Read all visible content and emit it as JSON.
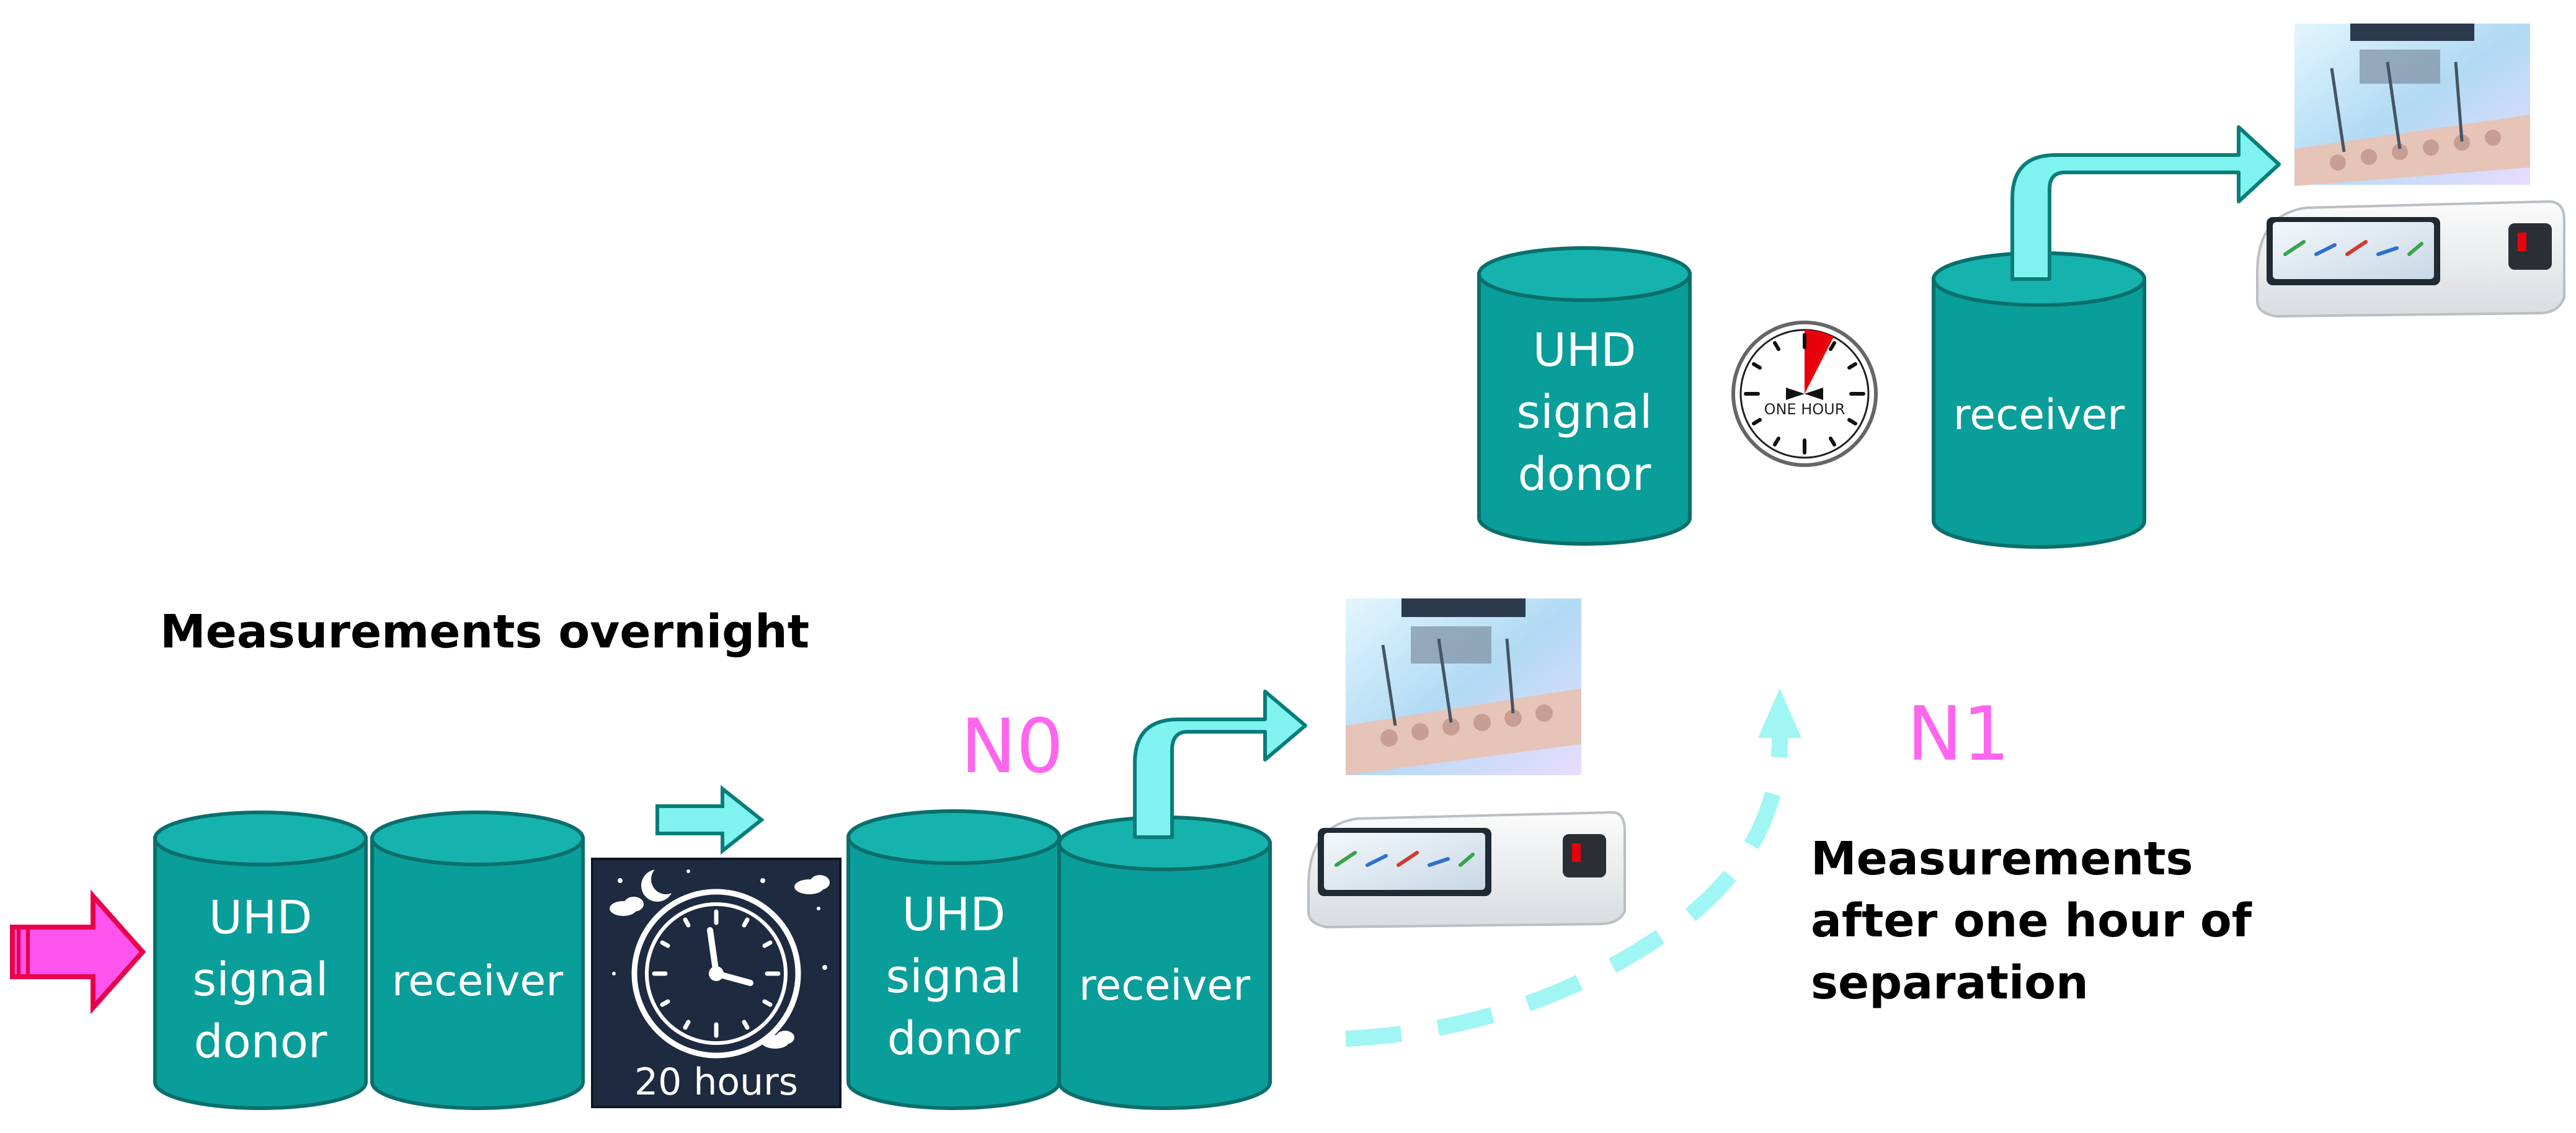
{
  "colors": {
    "cylinder_fill": "#0a9e9a",
    "cylinder_top": "#16b3ae",
    "cylinder_stroke": "#0a6f6c",
    "arrow_cyan": "#7ff3ef",
    "arrow_cyan_stroke": "#0a7d79",
    "input_arrow": "#ff55ee",
    "input_arrow_stroke": "#e8004a",
    "dashed_arrow": "#9ff6f3",
    "label_pink": "#ff66ee",
    "night_bg": "#1d2a3f",
    "clock_hand_red": "#e8000a"
  },
  "headings": {
    "overnight": "Measurements overnight",
    "after_separation": [
      "Measurements",
      "after one hour of",
      "separation"
    ]
  },
  "labels": {
    "n0": "N0",
    "n1": "N1"
  },
  "cylinders": {
    "bottom_donor": [
      "UHD",
      "signal",
      "donor"
    ],
    "bottom_receiver": [
      "receiver"
    ],
    "middle_donor": [
      "UHD",
      "signal",
      "donor"
    ],
    "middle_receiver": [
      "receiver"
    ],
    "top_donor": [
      "UHD",
      "signal",
      "donor"
    ],
    "top_receiver": [
      "receiver"
    ]
  },
  "night_panel": {
    "duration": "20 hours"
  },
  "stopwatch": {
    "label": "ONE HOUR"
  },
  "icons": {
    "input_arrow": "pink-right-arrow-icon",
    "small_arrow": "cyan-right-arrow-icon",
    "bent_arrow": "cyan-bent-arrow-icon",
    "dashed_arrow": "dashed-curved-arrow-icon",
    "moon": "crescent-moon-icon",
    "clock": "clock-icon",
    "stopwatch": "stopwatch-icon",
    "lab_setup": "lab-instrument-icon",
    "analyzer": "analyzer-device-icon"
  }
}
